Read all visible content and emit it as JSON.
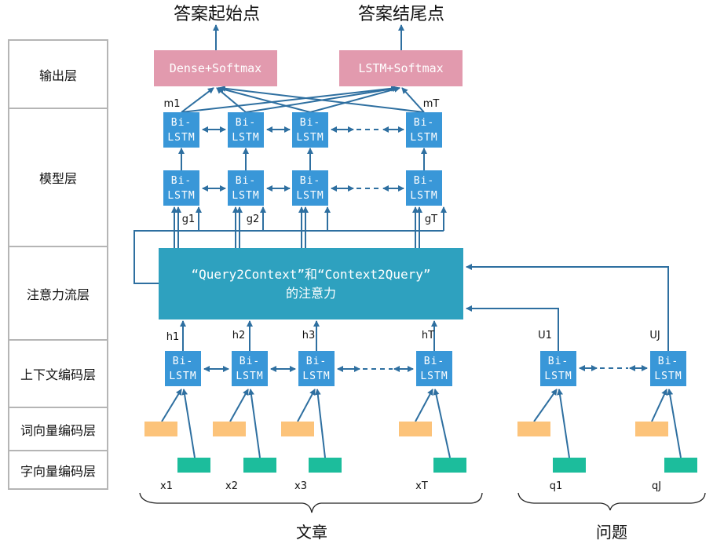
{
  "layers": [
    {
      "label": "输出层"
    },
    {
      "label": "模型层"
    },
    {
      "label": "注意力流层"
    },
    {
      "label": "上下文编码层"
    },
    {
      "label": "词向量编码层"
    },
    {
      "label": "字向量编码层"
    }
  ],
  "outputs": {
    "start_title": "答案起始点",
    "end_title": "答案结尾点",
    "start_box": "Dense+Softmax",
    "end_box": "LSTM+Softmax"
  },
  "lstm_cell": {
    "line1": "Bi-",
    "line2": "LSTM"
  },
  "model_labels": {
    "m1": "m1",
    "mT": "mT"
  },
  "g_labels": [
    "g1",
    "g2",
    "gT"
  ],
  "attention": {
    "line1": "“Query2Context”和“Context2Query”",
    "line2": "的注意力"
  },
  "h_labels": [
    "h1",
    "h2",
    "h3",
    "hT"
  ],
  "u_labels": [
    "U1",
    "UJ"
  ],
  "x_labels": [
    "x1",
    "x2",
    "x3",
    "xT"
  ],
  "q_labels": [
    "q1",
    "qJ"
  ],
  "groups": {
    "context": "文章",
    "question": "问题"
  },
  "colors": {
    "lstm": "#3997d8",
    "attention": "#2ea1bf",
    "output": "#e29aae",
    "word_embed": "#fcc37a",
    "char_embed": "#1cbd9c",
    "arrow": "#2e6fa0"
  }
}
